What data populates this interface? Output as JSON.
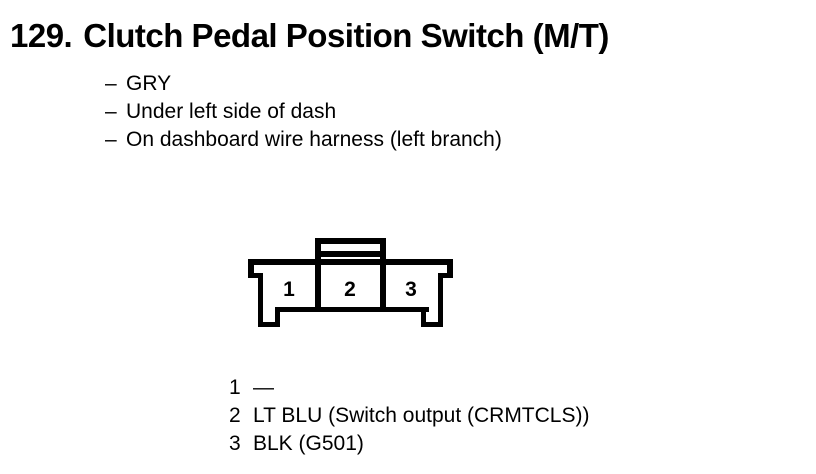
{
  "page": {
    "background_color": "#ffffff",
    "ink_color": "#000000"
  },
  "entry": {
    "number": "129.",
    "title": "Clutch Pedal Position Switch (M/T)",
    "bullet_char": "–",
    "details": [
      "GRY",
      "Under left side of dash",
      "On dashboard wire harness (left branch)"
    ]
  },
  "connector": {
    "description": "3-cavity connector face view with center lock tab and mounting feet",
    "cavity_labels": [
      "1",
      "2",
      "3"
    ]
  },
  "pinout": [
    {
      "pin": "1",
      "description": "—"
    },
    {
      "pin": "2",
      "description": "LT BLU (Switch output (CRMTCLS))"
    },
    {
      "pin": "3",
      "description": "BLK (G501)"
    }
  ]
}
